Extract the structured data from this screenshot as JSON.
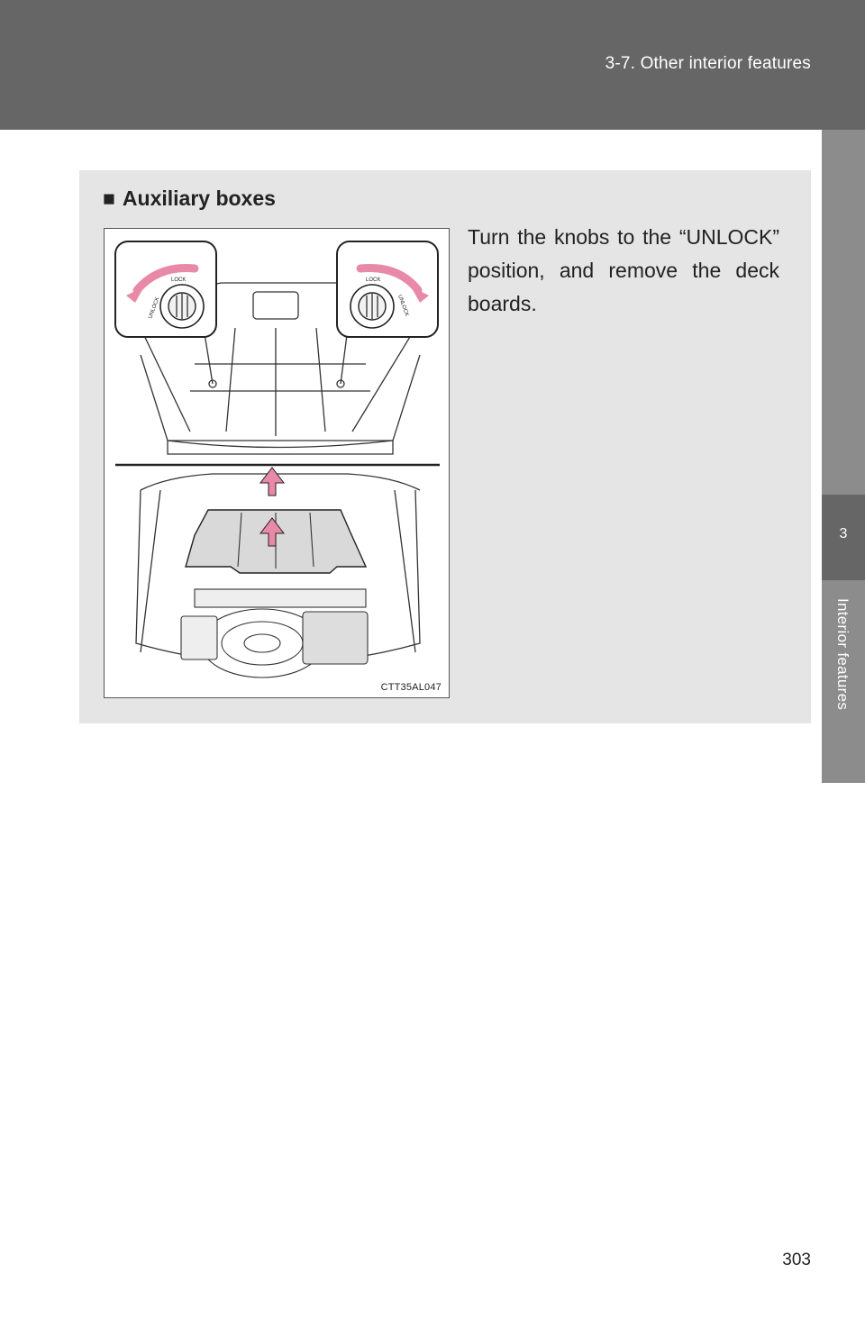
{
  "header": {
    "section_title": "3-7. Other interior features"
  },
  "side_tab": {
    "chapter_number": "3",
    "chapter_label": "Interior features"
  },
  "section": {
    "bullet": "■",
    "heading": "Auxiliary boxes",
    "instruction": "Turn the knobs to the “UNLOCK” position, and remove the deck boards."
  },
  "figure": {
    "code": "CTT35AL047",
    "knob_left_lock": "LOCK",
    "knob_left_unlock": "UNLOCK",
    "knob_right_lock": "LOCK",
    "knob_right_unlock": "UNLOCK",
    "arrow_color": "#f4b6c8"
  },
  "footer": {
    "page_number": "303"
  }
}
